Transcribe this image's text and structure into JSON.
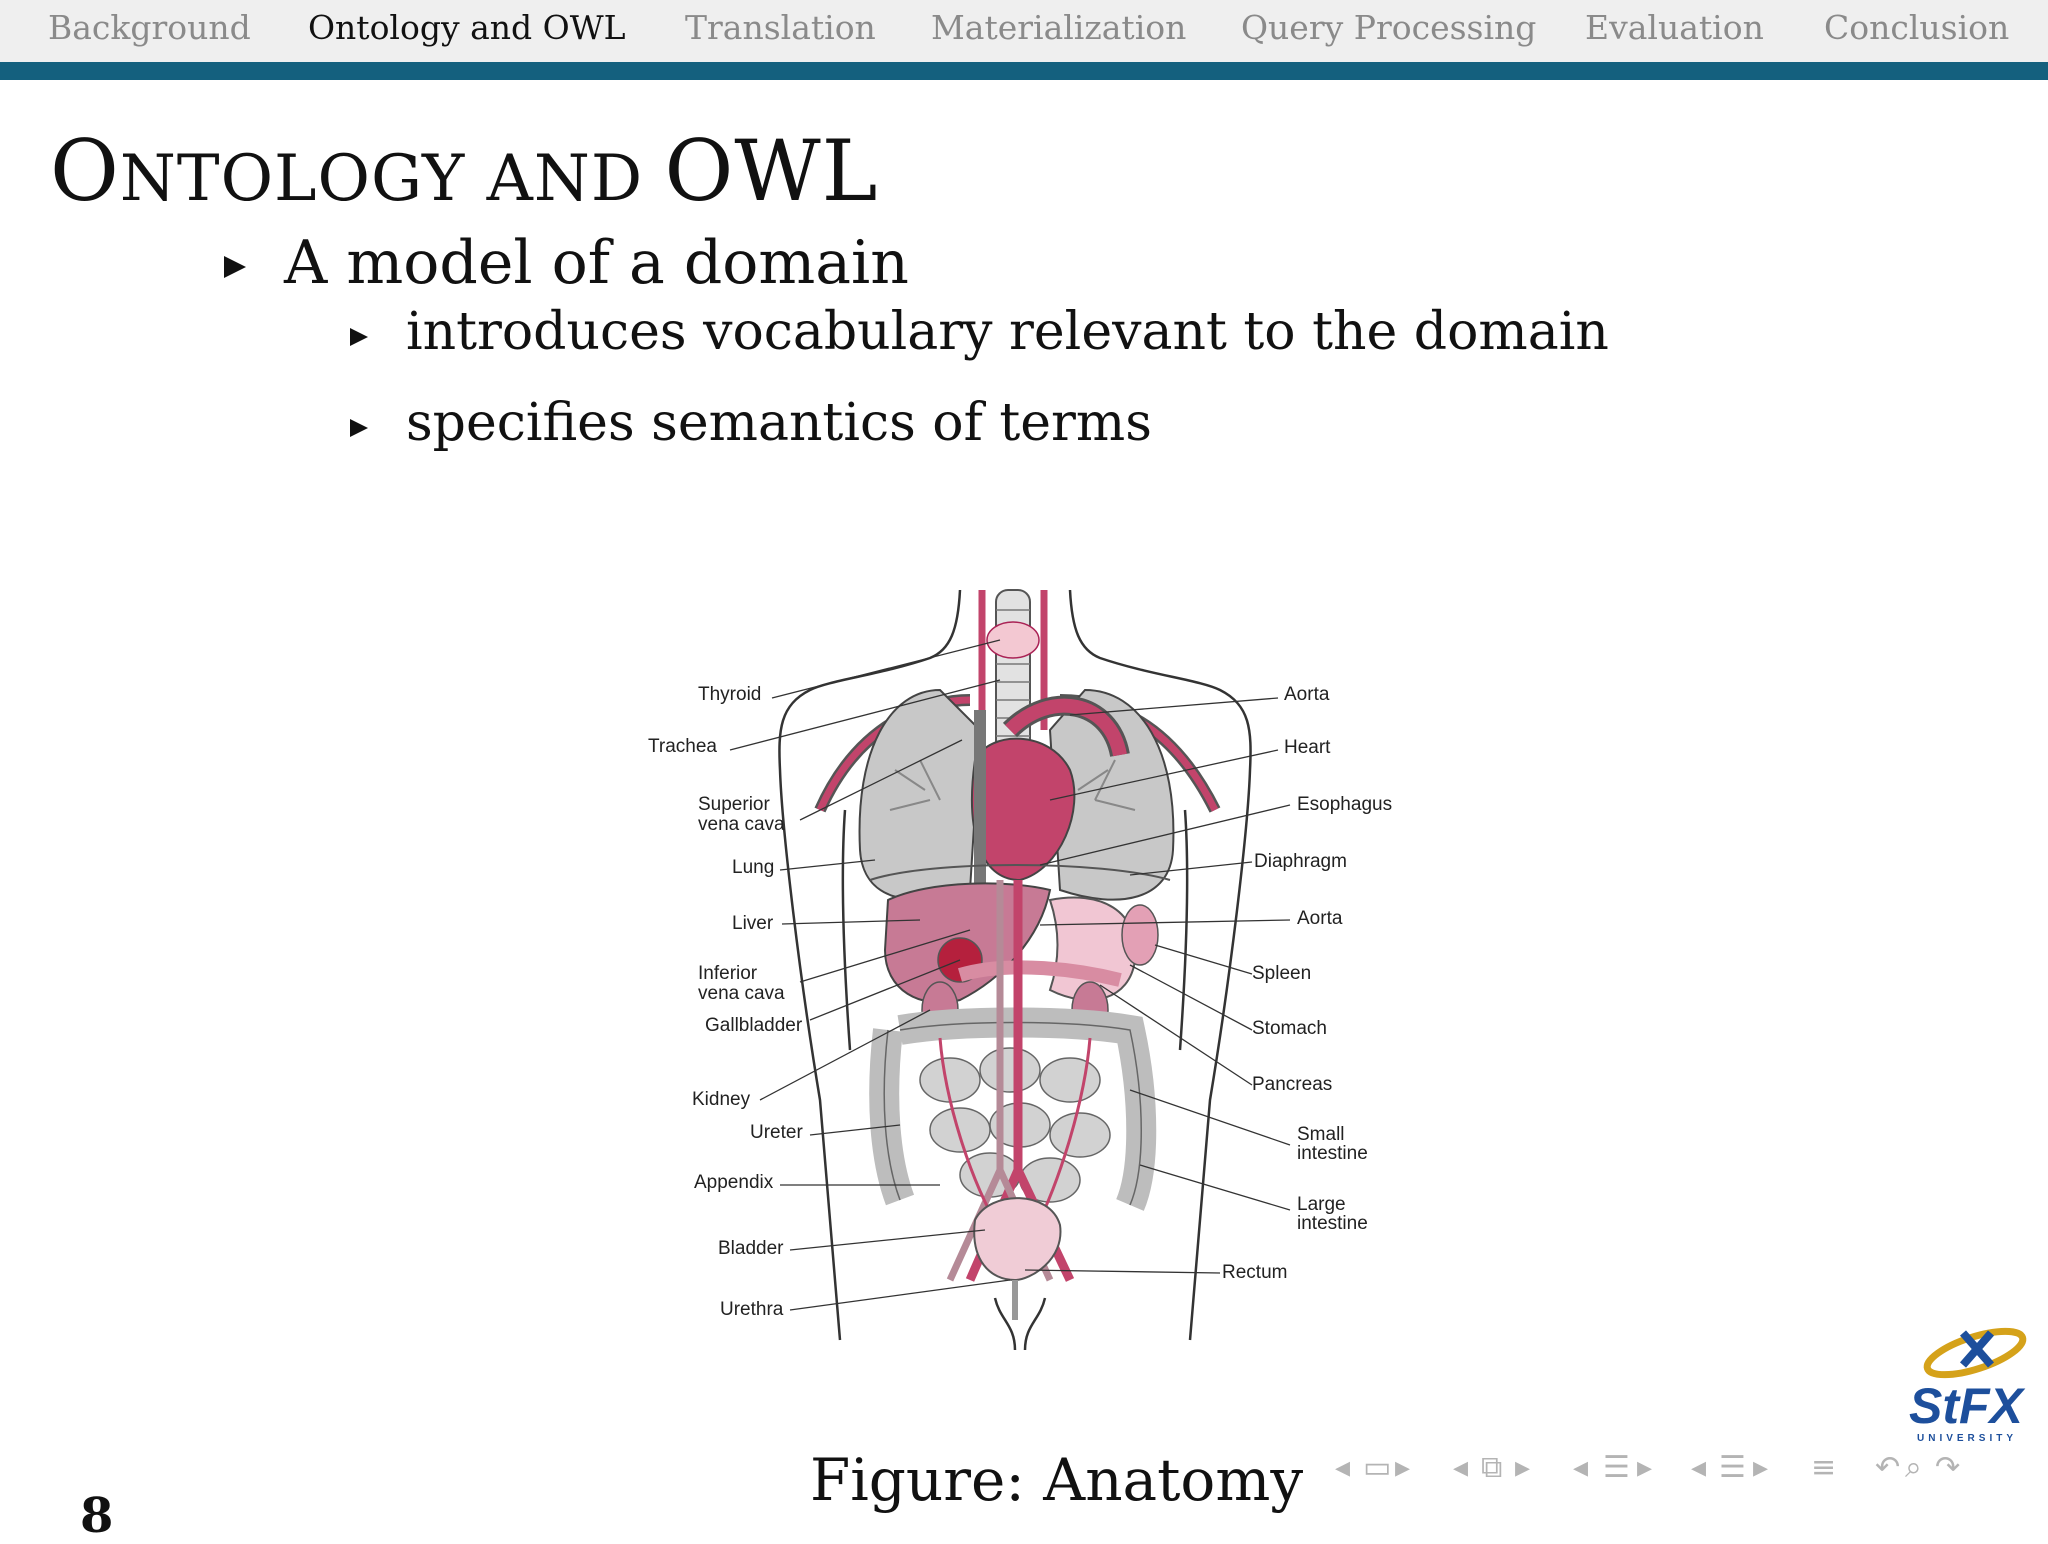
{
  "nav": {
    "items": [
      "Background",
      "Ontology and OWL",
      "Translation",
      "Materialization",
      "Query Processing",
      "Evaluation",
      "Conclusion"
    ],
    "active_index": 1
  },
  "slide": {
    "title_first": "O",
    "title_rest": "NTOLOGY AND ",
    "title_owl": "OWL",
    "bullet_1": "A model of a domain",
    "sub_bullet_1": "introduces vocabulary relevant to the domain",
    "sub_bullet_2": "specifies semantics of terms",
    "caption": "Figure: Anatomy",
    "page_number": "8"
  },
  "figure": {
    "left_labels": [
      "Thyroid",
      "Trachea",
      "Superior",
      "vena cava",
      "Lung",
      "Liver",
      "Inferior",
      "vena cava",
      "Gallbladder",
      "Kidney",
      "Ureter",
      "Appendix",
      "Bladder",
      "Urethra"
    ],
    "right_labels": [
      "Aorta",
      "Heart",
      "Esophagus",
      "Diaphragm",
      "Aorta",
      "Spleen",
      "Stomach",
      "Pancreas",
      "Small",
      "intestine",
      "Large",
      "intestine",
      "Rectum"
    ]
  },
  "logo": {
    "text": "StFX",
    "subtext": "UNIVERSITY"
  },
  "colors": {
    "accent_bar": "#14607e",
    "organ_red": "#c2446b",
    "organ_gray": "#c8c8c8",
    "logo_blue": "#1d4f9c",
    "logo_gold": "#d5a21a"
  },
  "nav_icons": [
    "arrow-left-icon",
    "frame-icon",
    "arrow-right-icon",
    "arrow-left-icon",
    "subsection-icon",
    "arrow-right-icon",
    "arrow-left-icon",
    "section-icon",
    "arrow-right-icon",
    "arrow-left-icon",
    "section-icon",
    "arrow-right-icon",
    "list-icon",
    "undo-icon",
    "search-icon",
    "redo-icon"
  ]
}
